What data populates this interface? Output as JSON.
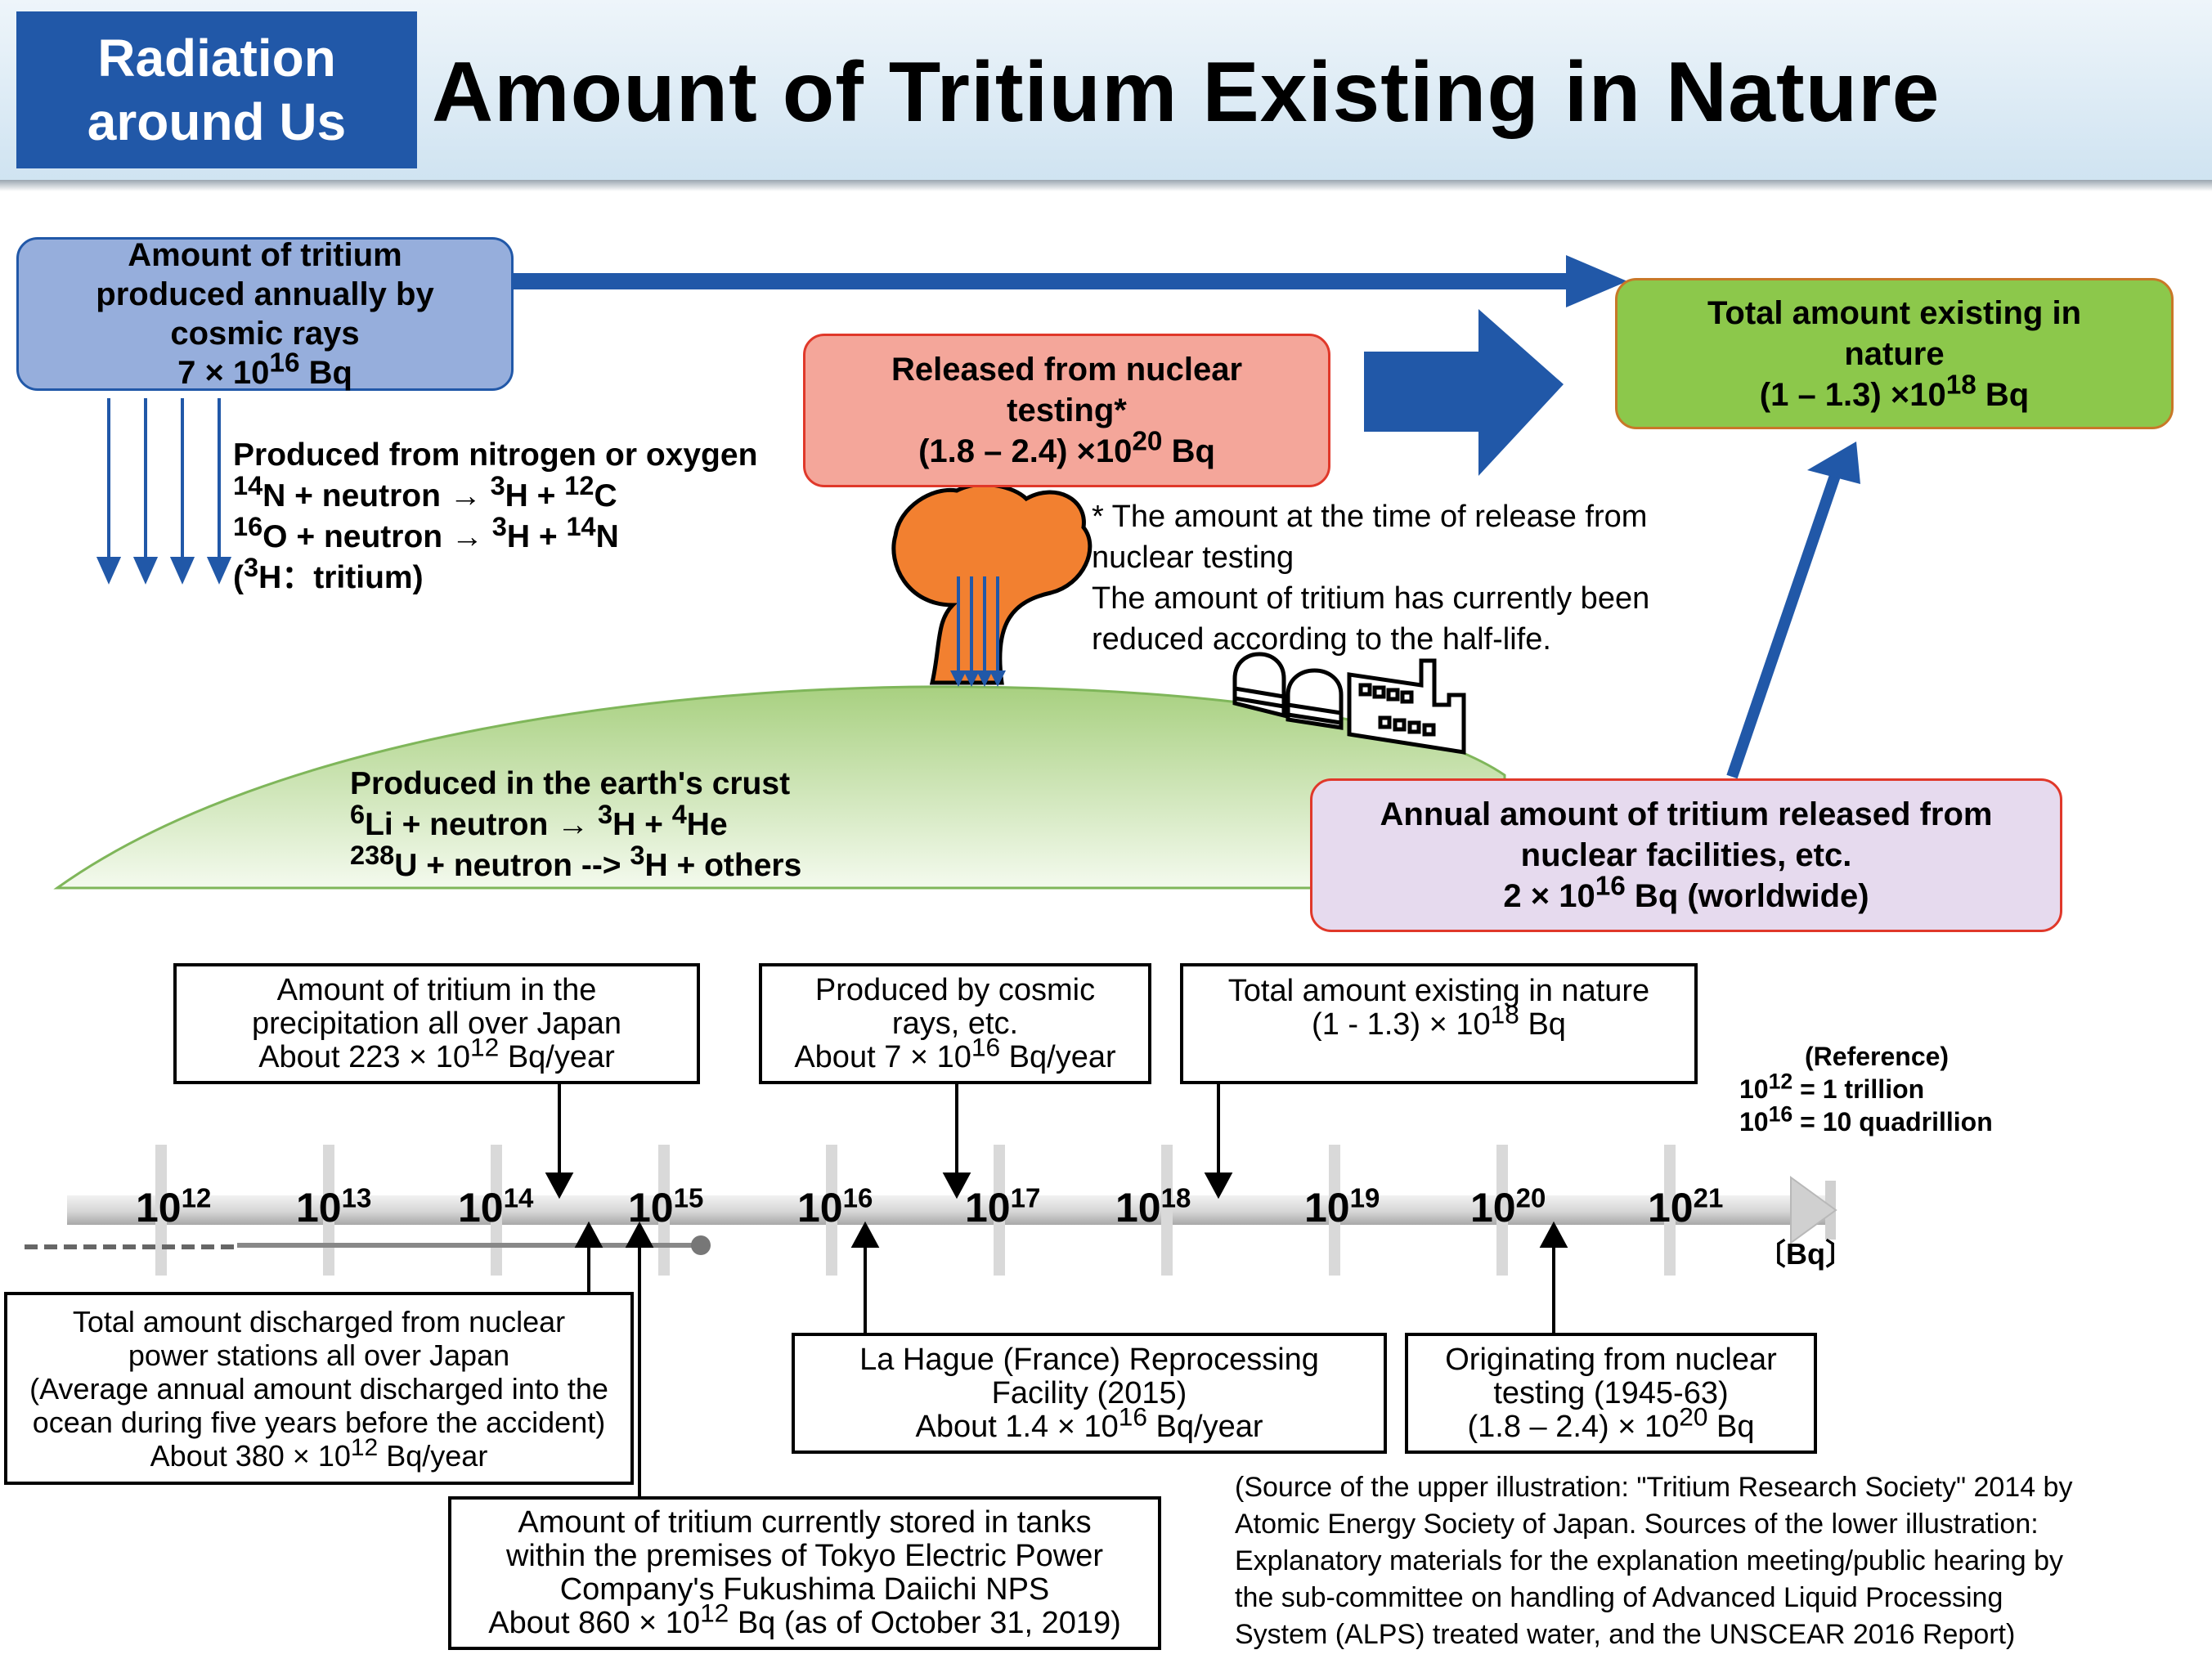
{
  "header": {
    "badge_line1": "Radiation",
    "badge_line2": "around Us",
    "title": "Amount of Tritium Existing in Nature"
  },
  "upper": {
    "cosmic_box": {
      "line1": "Amount of tritium",
      "line2": "produced annually by",
      "line3": "cosmic rays",
      "value_prefix": "7 × 10",
      "value_exp": "16",
      "value_unit": " Bq"
    },
    "total_box": {
      "line1": "Total amount existing in",
      "line2": "nature",
      "value_prefix": "(1 – 1.3) ×10",
      "value_exp": "18",
      "value_unit": " Bq"
    },
    "testing_box": {
      "line1": "Released from nuclear",
      "line2": "testing*",
      "value_prefix": "(1.8 – 2.4) ×10",
      "value_exp": "20",
      "value_unit": " Bq"
    },
    "nitrogen_text": {
      "title": "Produced from nitrogen or oxygen",
      "r1_a": "14",
      "r1_b": "N + neutron → ",
      "r1_c": "3",
      "r1_d": "H + ",
      "r1_e": "12",
      "r1_f": "C",
      "r2_a": "16",
      "r2_b": "O + neutron → ",
      "r2_c": "3",
      "r2_d": "H + ",
      "r2_e": "14",
      "r2_f": "N",
      "r3_a": "(",
      "r3_b": "3",
      "r3_c": "H：tritium)"
    },
    "testing_note": {
      "line1": "* The amount at the time of release from",
      "line2": "nuclear testing",
      "line3": "The amount of tritium has currently been",
      "line4": "reduced according to the half-life."
    },
    "crust_text": {
      "title": "Produced in the earth's crust",
      "r1_a": "6",
      "r1_b": "Li + neutron → ",
      "r1_c": "3",
      "r1_d": "H + ",
      "r1_e": "4",
      "r1_f": "He",
      "r2_a": "238",
      "r2_b": "U + neutron --> ",
      "r2_c": "3",
      "r2_d": "H + others"
    },
    "facilities_box": {
      "line1": "Annual amount of tritium released from",
      "line2": "nuclear facilities, etc.",
      "value_prefix": "2 × 10",
      "value_exp": "16",
      "value_unit": " Bq (worldwide)"
    }
  },
  "lower": {
    "precip_box": {
      "line1": "Amount of tritium in the",
      "line2": "precipitation all over Japan",
      "value_prefix": "About 223 × 10",
      "value_exp": "12",
      "value_unit": " Bq/year"
    },
    "cosmic_box": {
      "line1": "Produced by cosmic",
      "line2": "rays, etc.",
      "value_prefix": "About 7 × 10",
      "value_exp": "16",
      "value_unit": " Bq/year"
    },
    "total_box": {
      "line1": "Total amount existing in nature",
      "value_prefix": "(1 - 1.3) × 10",
      "value_exp": "18",
      "value_unit": " Bq"
    },
    "reference": {
      "title": "(Reference)",
      "r1_a": "10",
      "r1_b": "12",
      "r1_c": " = 1 trillion",
      "r2_a": "10",
      "r2_b": "16",
      "r2_c": " = 10 quadrillion"
    },
    "axis_unit": "〔Bq〕",
    "ticks": [
      {
        "base": "10",
        "exp": "12"
      },
      {
        "base": "10",
        "exp": "13"
      },
      {
        "base": "10",
        "exp": "14"
      },
      {
        "base": "10",
        "exp": "15"
      },
      {
        "base": "10",
        "exp": "16"
      },
      {
        "base": "10",
        "exp": "17"
      },
      {
        "base": "10",
        "exp": "18"
      },
      {
        "base": "10",
        "exp": "19"
      },
      {
        "base": "10",
        "exp": "20"
      },
      {
        "base": "10",
        "exp": "21"
      }
    ],
    "npp_box": {
      "line1": "Total amount discharged from nuclear",
      "line2": "power stations all over Japan",
      "line3": "(Average annual amount discharged into the",
      "line4": "ocean during five years before the accident)",
      "value_prefix": "About 380 × 10",
      "value_exp": "12",
      "value_unit": " Bq/year"
    },
    "lahague_box": {
      "line1": "La Hague (France) Reprocessing",
      "line2": "Facility (2015)",
      "value_prefix": "About 1.4 × 10",
      "value_exp": "16",
      "value_unit": " Bq/year"
    },
    "testing_box": {
      "line1": "Originating from nuclear",
      "line2": "testing (1945-63)",
      "value_prefix": "(1.8 – 2.4) × 10",
      "value_exp": "20",
      "value_unit": " Bq"
    },
    "tanks_box": {
      "line1": "Amount of tritium currently stored in tanks",
      "line2": "within the premises of Tokyo Electric Power",
      "line3": "Company's Fukushima Daiichi NPS",
      "value_prefix": "About 860 × 10",
      "value_exp": "12",
      "value_unit": " Bq (as of October 31, 2019)"
    },
    "source": {
      "line1": "(Source of the upper illustration: \"Tritium Research Society\" 2014 by",
      "line2": "Atomic Energy Society of Japan. Sources of the lower illustration:",
      "line3": "Explanatory materials for the explanation meeting/public hearing by",
      "line4": "the sub-committee on handling of Advanced Liquid Processing",
      "line5": "System (ALPS) treated water, and the UNSCEAR 2016 Report)"
    }
  },
  "colors": {
    "badge": "#2158a8",
    "arrow_blue": "#2158a8",
    "cosmic_fill": "#96aedc",
    "total_fill": "#8cc84b",
    "testing_fill": "#f4a69a",
    "facilities_fill": "#e6daee",
    "mushroom": "#f28030",
    "hill": "#a8d080"
  }
}
